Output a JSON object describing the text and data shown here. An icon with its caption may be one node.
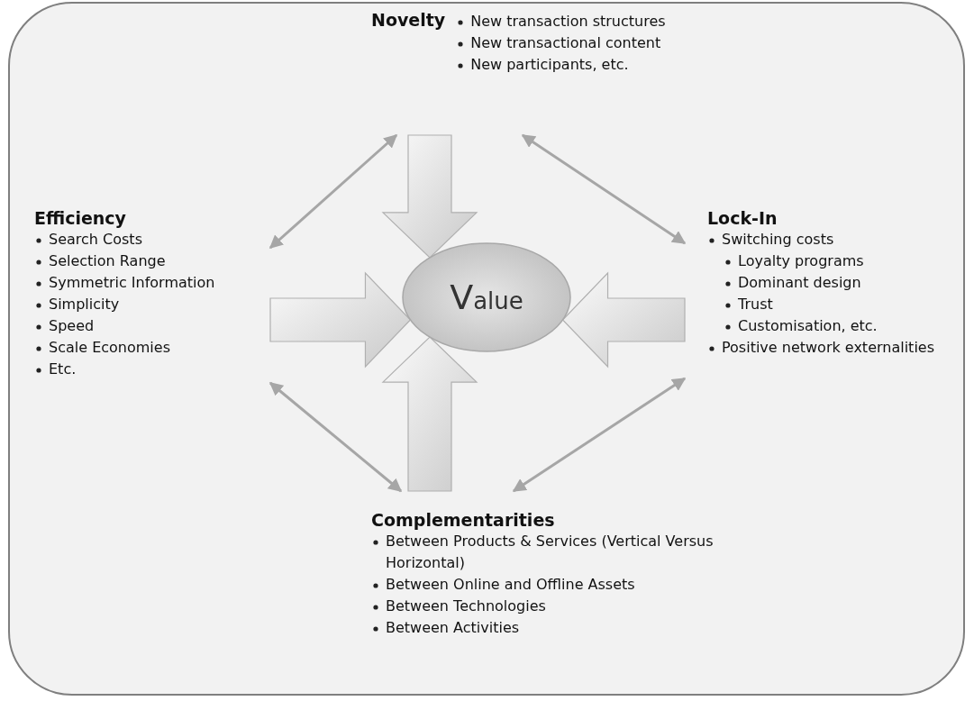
{
  "diagram": {
    "nodes": [
      {
        "text": [
          "Novelty",
          "New transaction structures",
          "New transactional content",
          "New participants, etc."
        ]
      },
      {
        "text": [
          "Efficiency",
          "Search Costs",
          "Selection Range",
          "Symmetric Information",
          "Simplicity",
          "Speed",
          "Scale Economies",
          "Etc."
        ]
      },
      {
        "text": [
          "Value"
        ]
      },
      {
        "text": [
          "Lock-In",
          "Switching costs",
          "Loyalty programs",
          "Dominant design",
          "Trust",
          "Customisation, etc.",
          "Positive network externalities"
        ]
      },
      {
        "text": [
          "Complementarities",
          "Between Products & Services (Vertical Versus Horizontal)",
          "Between Online and Offline Assets",
          "Between Technologies",
          "Between Activities"
        ]
      }
    ],
    "edges": [
      {
        "from": 0,
        "to": 2,
        "arrow": "to",
        "style": "thick"
      },
      {
        "from": 1,
        "to": 2,
        "arrow": "to",
        "style": "thick"
      },
      {
        "from": 3,
        "to": 2,
        "arrow": "to",
        "style": "thick"
      },
      {
        "from": 4,
        "to": 2,
        "arrow": "to",
        "style": "thick"
      },
      {
        "from": 1,
        "to": 0,
        "arrow": "both"
      },
      {
        "from": 0,
        "to": 3,
        "arrow": "both"
      },
      {
        "from": 1,
        "to": 4,
        "arrow": "both"
      },
      {
        "from": 3,
        "to": 4,
        "arrow": "both"
      }
    ]
  }
}
